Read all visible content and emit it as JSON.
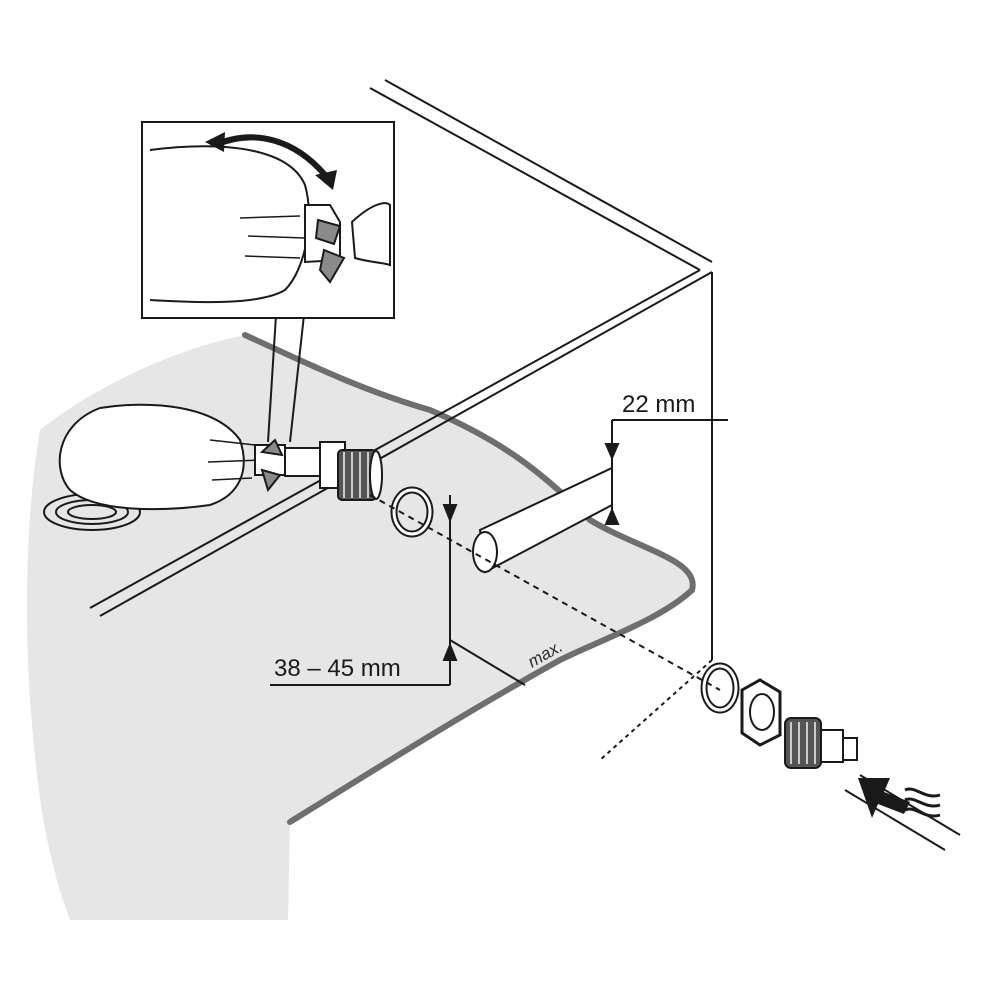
{
  "labels": {
    "pipe_diameter": "22 mm",
    "depth_range": "38 – 45 mm",
    "max_note": "max."
  },
  "colors": {
    "ink": "#1a1a1a",
    "sheet": "#e6e6e6",
    "sheet_edge": "#6e6e6e",
    "part_dark": "#555555",
    "part_mid": "#8a8a8a",
    "paper": "#ffffff"
  },
  "icons": {
    "rotate_arrow": "curved-double-arrow-icon",
    "water_flow": "water-flow-arrow-icon"
  }
}
